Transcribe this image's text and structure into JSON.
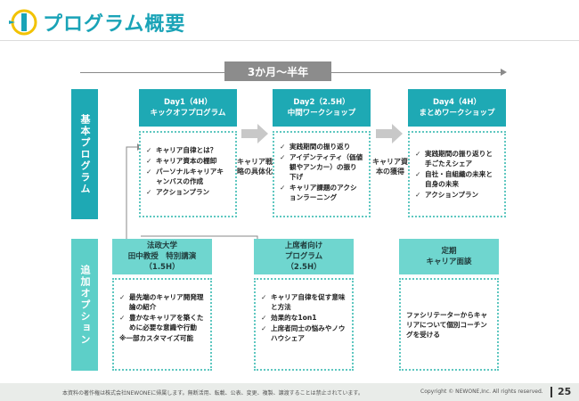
{
  "header": {
    "title": "プログラム概要",
    "logo_icon": "newone-logo-icon"
  },
  "timeline": {
    "period": "3か月〜半年"
  },
  "side_labels": {
    "basic": "基本プログラム",
    "option": "追加オプション"
  },
  "basic": {
    "day1": {
      "line1": "Day1（4H）",
      "line2": "キックオフプログラム",
      "items": [
        "キャリア自律とは？",
        "キャリア資本の棚卸",
        "パーソナルキャリアキャンバスの作成",
        "アクションプラン"
      ]
    },
    "day2": {
      "line1": "Day2（2.5H）",
      "line2": "中間ワークショップ",
      "items": [
        "実践期間の振り返り",
        "アイデンティティ（価値観やアンカー）の振り下げ",
        "キャリア課題のアクションラーニング"
      ]
    },
    "day4": {
      "line1": "Day4（4H）",
      "line2": "まとめワークショップ",
      "items": [
        "実践期間の振り返りと手ごたえシェア",
        "自社・自組織の未来と自身の未来",
        "アクションプラン"
      ]
    },
    "between1": "キャリア戦略の具体化",
    "between2": "キャリア資本の獲得"
  },
  "options": {
    "opt1": {
      "header": [
        "法政大学",
        "田中教授　特別講演",
        "（1.5H）"
      ],
      "items": [
        "最先端のキャリア開発理論の紹介",
        "豊かなキャリアを築くために必要な意識や行動"
      ],
      "note": "※一部カスタマイズ可能"
    },
    "opt2": {
      "header": [
        "上席者向け",
        "プログラム",
        "（2.5H）"
      ],
      "items": [
        "キャリア自律を促す意味と方法",
        "効果的な1on1",
        "上席者同士の悩みやノウハウシェア"
      ]
    },
    "opt3": {
      "header": [
        "定期",
        "キャリア面談"
      ],
      "text": "ファシリテーターからキャリアについて個別コーチングを受ける"
    }
  },
  "footer": {
    "notice": "本資料の著作権は株式会社NEWONEに帰属します。無断活用、転載、公表、変更、複製、譲渡することは禁止されています。",
    "copyright": "Copyright © NEWONE,Inc. All rights reserved.",
    "page": "25"
  },
  "colors": {
    "accent": "#1ea9b4",
    "accent_light": "#6fd6cf",
    "title": "#1aa3b7",
    "arrow_gray": "#c8c8c8"
  }
}
